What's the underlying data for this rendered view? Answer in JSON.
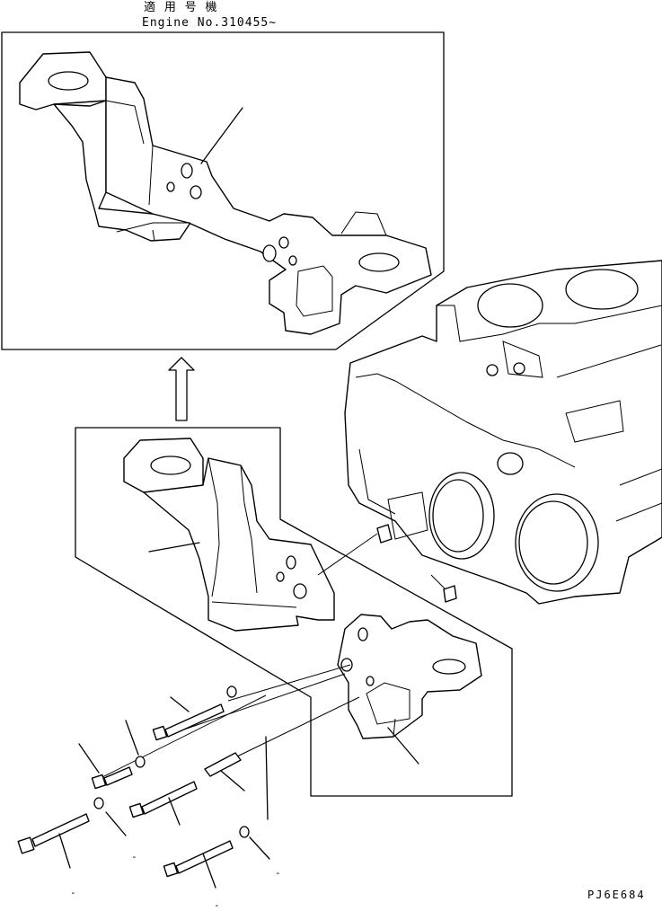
{
  "header": {
    "applicability_label": "適 用 号 機",
    "engine_no_text": "Engine No.310455~"
  },
  "callouts": {
    "dash_marks": [
      "-",
      "-",
      "-",
      "-"
    ]
  },
  "footer": {
    "figure_code": "PJ6E684"
  }
}
